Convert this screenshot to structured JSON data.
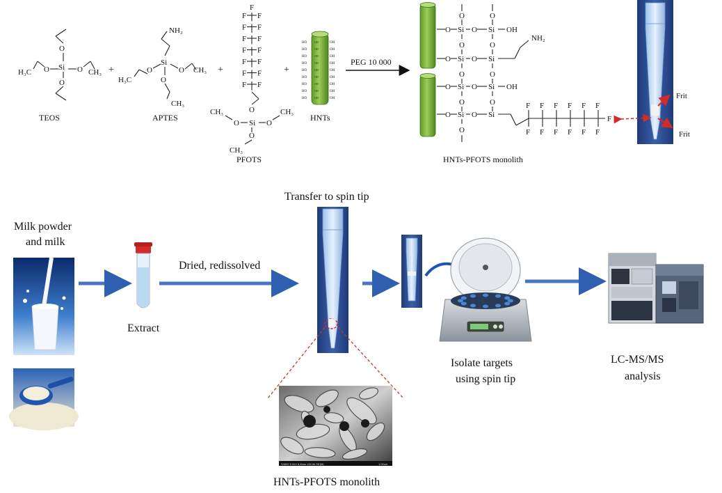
{
  "reagents": {
    "teos": {
      "name": "TEOS",
      "si": "Si",
      "o": "O",
      "ch3_left": "H₃C",
      "ch3_right": "CH₃"
    },
    "aptes": {
      "name": "APTES",
      "si": "Si",
      "o": "O",
      "nh2": "NH₂",
      "ch3_left": "H₃C",
      "ch3_right": "CH₃",
      "ch3_bottom": "CH₃"
    },
    "pfots": {
      "name": "PFOTS",
      "f": "F",
      "si": "Si",
      "o": "O",
      "ch3_left": "CH₃",
      "ch3_right": "CH₃",
      "ch3_bottom": "CH₃"
    },
    "hnts": {
      "name": "HNTs",
      "oh": "OH",
      "ho": "HO"
    },
    "plus": "+"
  },
  "reaction": {
    "condition": "PEG 10 000",
    "product_label": "HNTs-PFOTS monolith",
    "si": "Si",
    "o": "O",
    "oh": "OH",
    "nh2": "NH₂",
    "f": "F"
  },
  "spin_tip_top": {
    "frit_label_1": "Frit",
    "frit_label_2": "Frit"
  },
  "workflow": {
    "sample_label_line1": "Milk powder",
    "sample_label_line2": "and milk",
    "extract_label": "Extract",
    "dried_label": "Dried, redissolved",
    "transfer_label": "Transfer to spin tip",
    "isolate_line1": "Isolate targets",
    "isolate_line2": "using spin tip",
    "lcms_line1": "LC-MS/MS",
    "lcms_line2": "analysis",
    "sem_label": "HNTs-PFOTS monolith",
    "sem_caption": "S4800 5.0kV 8.8mm x30.0k SE(M)",
    "sem_scale": "1.00um"
  },
  "colors": {
    "arrow_blue": "#4a74c4",
    "nanotube_green": "#7ab83a",
    "cap_red": "#d42a2a",
    "dashed_red": "#c0392b",
    "tip_background": "#2b4a8a"
  }
}
